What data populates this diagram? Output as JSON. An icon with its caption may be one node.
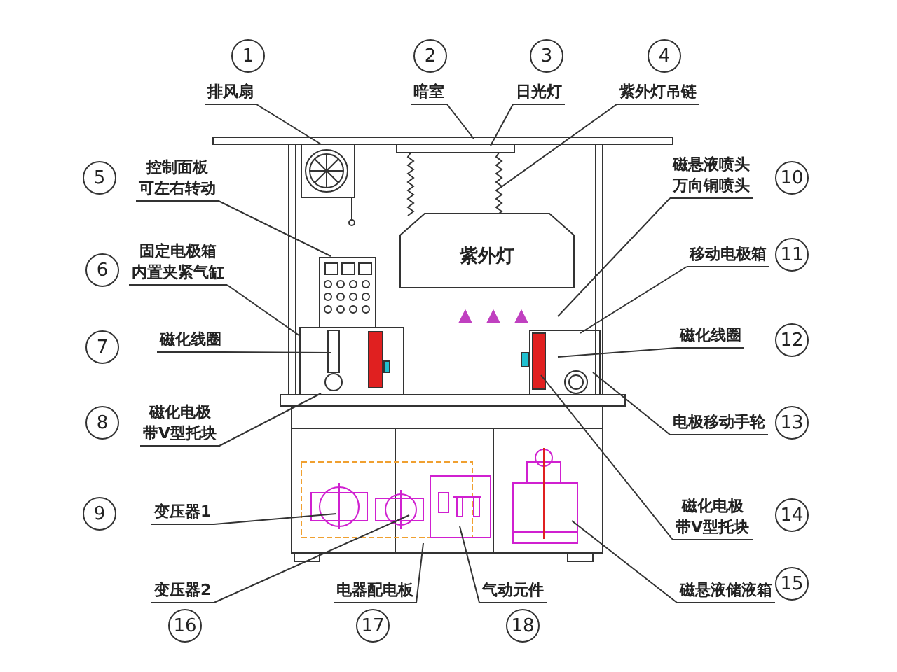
{
  "diagram": {
    "nodes": [
      {
        "text": [
          "1"
        ]
      },
      {
        "text": [
          "2"
        ]
      },
      {
        "text": [
          "3"
        ]
      },
      {
        "text": [
          "4"
        ]
      },
      {
        "text": [
          "5"
        ]
      },
      {
        "text": [
          "6"
        ]
      },
      {
        "text": [
          "7"
        ]
      },
      {
        "text": [
          "8"
        ]
      },
      {
        "text": [
          "9"
        ]
      },
      {
        "text": [
          "10"
        ]
      },
      {
        "text": [
          "11"
        ]
      },
      {
        "text": [
          "12"
        ]
      },
      {
        "text": [
          "13"
        ]
      },
      {
        "text": [
          "14"
        ]
      },
      {
        "text": [
          "15"
        ]
      },
      {
        "text": [
          "16"
        ]
      },
      {
        "text": [
          "17"
        ]
      },
      {
        "text": [
          "18"
        ]
      },
      {
        "text": [
          "排风扇"
        ]
      },
      {
        "text": [
          "暗室"
        ]
      },
      {
        "text": [
          "日光灯"
        ]
      },
      {
        "text": [
          "紫外灯吊链"
        ]
      },
      {
        "text": [
          "控制面板可左右转动"
        ]
      },
      {
        "text": [
          "固定电极箱内置夹紧气缸"
        ]
      },
      {
        "text": [
          "磁化线圈"
        ]
      },
      {
        "text": [
          "磁化电极带V型托块"
        ]
      },
      {
        "text": [
          "变压器1"
        ]
      },
      {
        "text": [
          "磁悬液喷头万向铜喷头"
        ]
      },
      {
        "text": [
          "移动电极箱"
        ]
      },
      {
        "text": [
          "磁化线圈"
        ]
      },
      {
        "text": [
          "电极移动手轮"
        ]
      },
      {
        "text": [
          "磁化电极带V型托块"
        ]
      },
      {
        "text": [
          "磁悬液储液箱"
        ]
      },
      {
        "text": [
          "变压器2"
        ]
      },
      {
        "text": [
          "电器配电板"
        ]
      },
      {
        "text": [
          "气动元件"
        ]
      },
      {
        "text": [
          "紫外灯"
        ]
      }
    ],
    "edges": [
      {
        "from": 18,
        "to": null,
        "arrow": "none"
      },
      {
        "from": 19,
        "to": null,
        "arrow": "none"
      },
      {
        "from": 20,
        "to": null,
        "arrow": "none"
      },
      {
        "from": 21,
        "to": null,
        "arrow": "none"
      },
      {
        "from": 22,
        "to": null,
        "arrow": "none"
      },
      {
        "from": 23,
        "to": null,
        "arrow": "none"
      },
      {
        "from": 24,
        "to": null,
        "arrow": "none"
      },
      {
        "from": 25,
        "to": null,
        "arrow": "none"
      },
      {
        "from": 26,
        "to": null,
        "arrow": "none"
      },
      {
        "from": 27,
        "to": null,
        "arrow": "none"
      },
      {
        "from": 28,
        "to": null,
        "arrow": "none"
      },
      {
        "from": 29,
        "to": null,
        "arrow": "none"
      },
      {
        "from": 30,
        "to": null,
        "arrow": "none"
      },
      {
        "from": 31,
        "to": null,
        "arrow": "none"
      },
      {
        "from": 32,
        "to": null,
        "arrow": "none"
      },
      {
        "from": 33,
        "to": null,
        "arrow": "none"
      },
      {
        "from": 34,
        "to": null,
        "arrow": "none"
      },
      {
        "from": 35,
        "to": null,
        "arrow": "none"
      }
    ]
  }
}
